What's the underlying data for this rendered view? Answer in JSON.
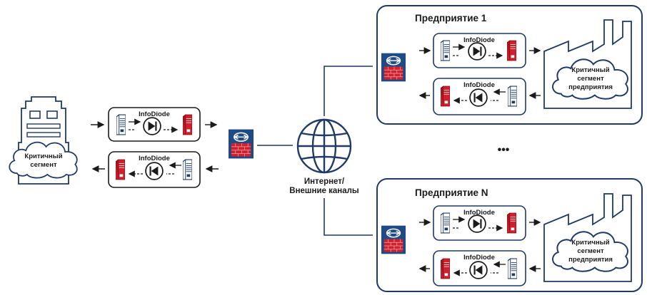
{
  "left_site": {
    "cloud_label_1": "Критичный",
    "cloud_label_2": "сегмент"
  },
  "diode_label": "InfoDiode",
  "internet_label_1": "Интернет/",
  "internet_label_2": "Внешние каналы",
  "ellipsis": "•••",
  "enterprises": [
    {
      "title": "Предприятие 1",
      "cloud_1": "Критичный",
      "cloud_2": "сегмент",
      "cloud_3": "предприятия"
    },
    {
      "title": "Предприятие N",
      "cloud_1": "Критичный",
      "cloud_2": "сегмент",
      "cloud_3": "предприятия"
    }
  ],
  "colors": {
    "navy": "#1f3a67",
    "red": "#d0202e",
    "firewall_bg": "#1e4a85"
  }
}
